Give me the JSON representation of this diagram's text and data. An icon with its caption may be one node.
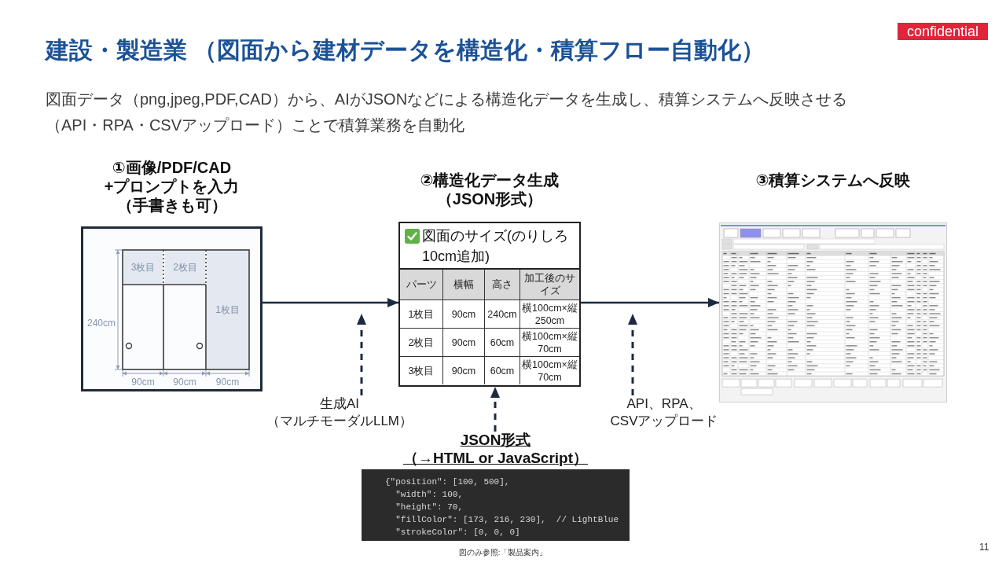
{
  "diagram": {
    "title": "建設・製造業 （図面から建材データを構造化・積算フロー自動化）",
    "nodes": [
      {
        "text": [
          "①画像/PDF/CAD",
          "+プロンプトを入力",
          "（手書きも可）"
        ]
      },
      {
        "text": [
          "3枚目"
        ],
        "in": 0
      },
      {
        "text": [
          "2枚目"
        ],
        "in": 0
      },
      {
        "text": [
          "1枚目"
        ],
        "in": 0
      },
      {
        "text": [
          "②構造化データ生成（JSON形式）",
          "図面のサイズ(のりしろ10cm追加)"
        ]
      },
      {
        "text": [
          "③積算システムへ反映"
        ]
      },
      {
        "text": [
          "生成AI（マルチモーダルLLM）"
        ]
      },
      {
        "text": [
          "API、RPA、CSVアップロード"
        ]
      },
      {
        "text": [
          "JSON形式",
          "（→HTML or JavaScript）",
          "{\"position\": [100, 500],",
          "\"width\": 100,",
          "\"height\": 70,",
          "\"fillColor\": [173, 216, 230],  // LightBlue",
          "\"strokeColor\": [0, 0, 0]"
        ]
      }
    ],
    "edges": [
      {
        "from": 0,
        "to": 4,
        "arrow": "to"
      },
      {
        "from": 4,
        "to": 5,
        "arrow": "to"
      },
      {
        "from": 6,
        "to": null,
        "arrow": "to",
        "style": "dashed"
      },
      {
        "from": 8,
        "to": 4,
        "arrow": "to",
        "style": "dashed"
      },
      {
        "from": 7,
        "to": null,
        "arrow": "to",
        "style": "dashed"
      }
    ],
    "labels": [
      "confidential",
      "図面データ（png,jpeg,PDF,CAD）から、AIがJSONなどによる構造化データを生成し、積算システムへ反映させる（API・RPA・CSVアップロード）ことで積算業務を自動化",
      "240cm",
      "90cm",
      "90cm",
      "90cm",
      "パーツ",
      "横幅",
      "高さ",
      "加工後のサイズ",
      "1枚目",
      "90cm",
      "240cm",
      "横100cm×縦250cm",
      "2枚目",
      "90cm",
      "60cm",
      "横100cm×縦70cm",
      "3枚目",
      "90cm",
      "60cm",
      "横100cm×縦70cm",
      "図のみ参照:「製品案内」",
      "11"
    ]
  }
}
